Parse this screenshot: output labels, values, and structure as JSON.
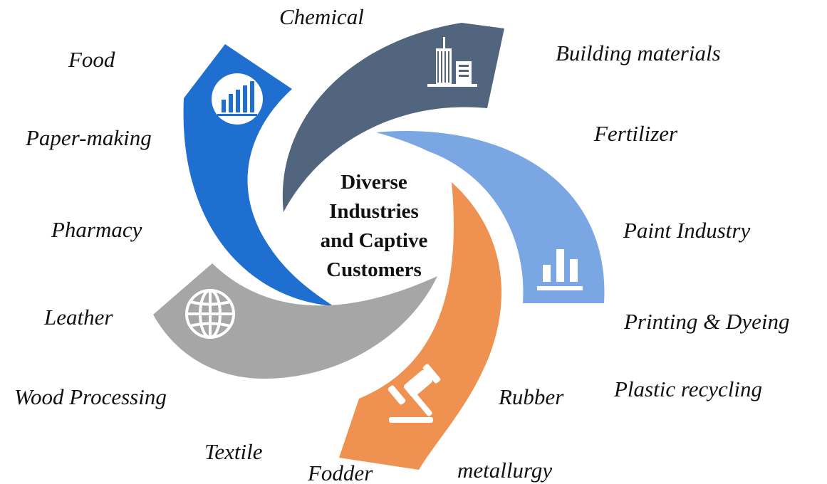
{
  "center_title_lines": [
    "Diverse",
    "Industries",
    "and Captive",
    "Customers"
  ],
  "industries": [
    "Chemical",
    "Building materials",
    "Food",
    "Paper-making",
    "Fertilizer",
    "Pharmacy",
    "Paint Industry",
    "Leather",
    "Printing & Dyeing",
    "Plastic recycling",
    "Wood Processing",
    "Rubber",
    "Textile",
    "Fodder",
    "metallurgy"
  ],
  "segments": [
    {
      "name": "chart-segment",
      "color": "#1f6fd0",
      "icon": "bar-chart-icon"
    },
    {
      "name": "building-segment",
      "color": "#52657f",
      "icon": "buildings-icon"
    },
    {
      "name": "chart-segment",
      "color": "#7aa6e3",
      "icon": "bar-chart-icon"
    },
    {
      "name": "gavel-segment",
      "color": "#ef9150",
      "icon": "gavel-icon"
    },
    {
      "name": "globe-segment",
      "color": "#a6a6a6",
      "icon": "globe-icon"
    }
  ]
}
